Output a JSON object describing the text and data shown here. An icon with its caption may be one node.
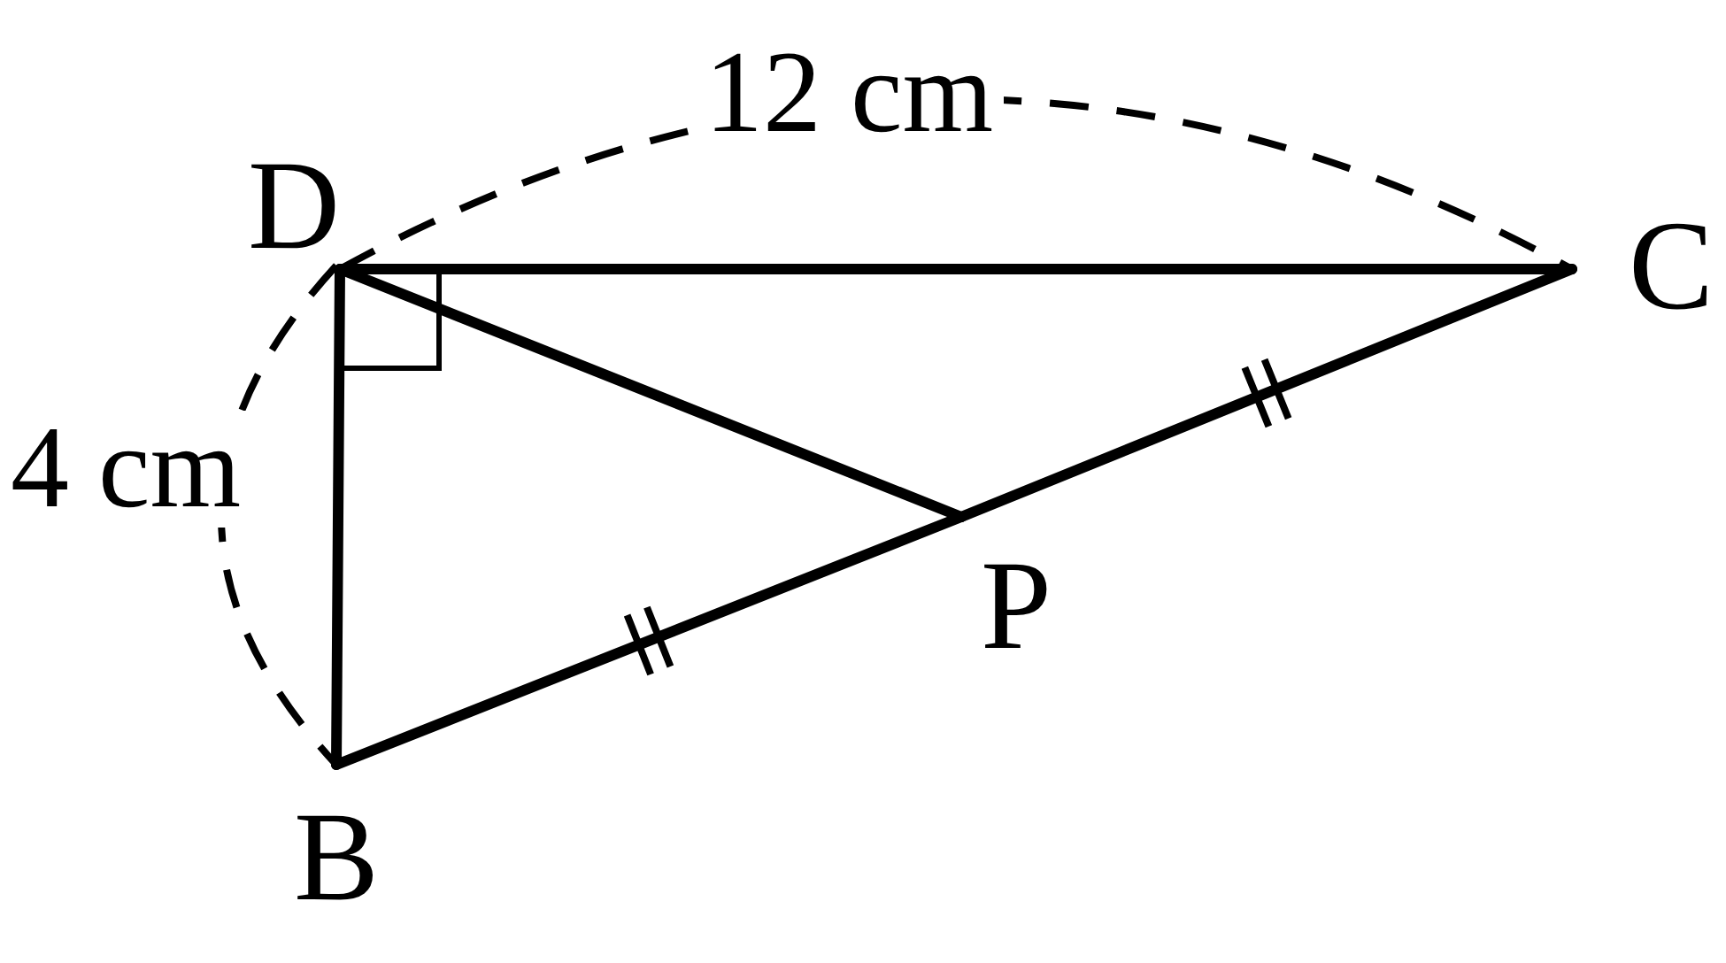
{
  "diagram": {
    "nodes": [
      {
        "text": [
          "D"
        ]
      },
      {
        "text": [
          "C"
        ]
      },
      {
        "text": [
          "B"
        ]
      },
      {
        "text": [
          "P"
        ]
      }
    ],
    "edges": [
      {
        "from": 0,
        "to": 1,
        "arrow": "none"
      },
      {
        "from": 0,
        "to": 2,
        "arrow": "none"
      },
      {
        "from": 2,
        "to": 3,
        "arrow": "none"
      },
      {
        "from": 3,
        "to": 1,
        "arrow": "none"
      },
      {
        "from": 0,
        "to": 3,
        "arrow": "none"
      }
    ],
    "labels": [
      "12 cm",
      "4 cm"
    ]
  }
}
